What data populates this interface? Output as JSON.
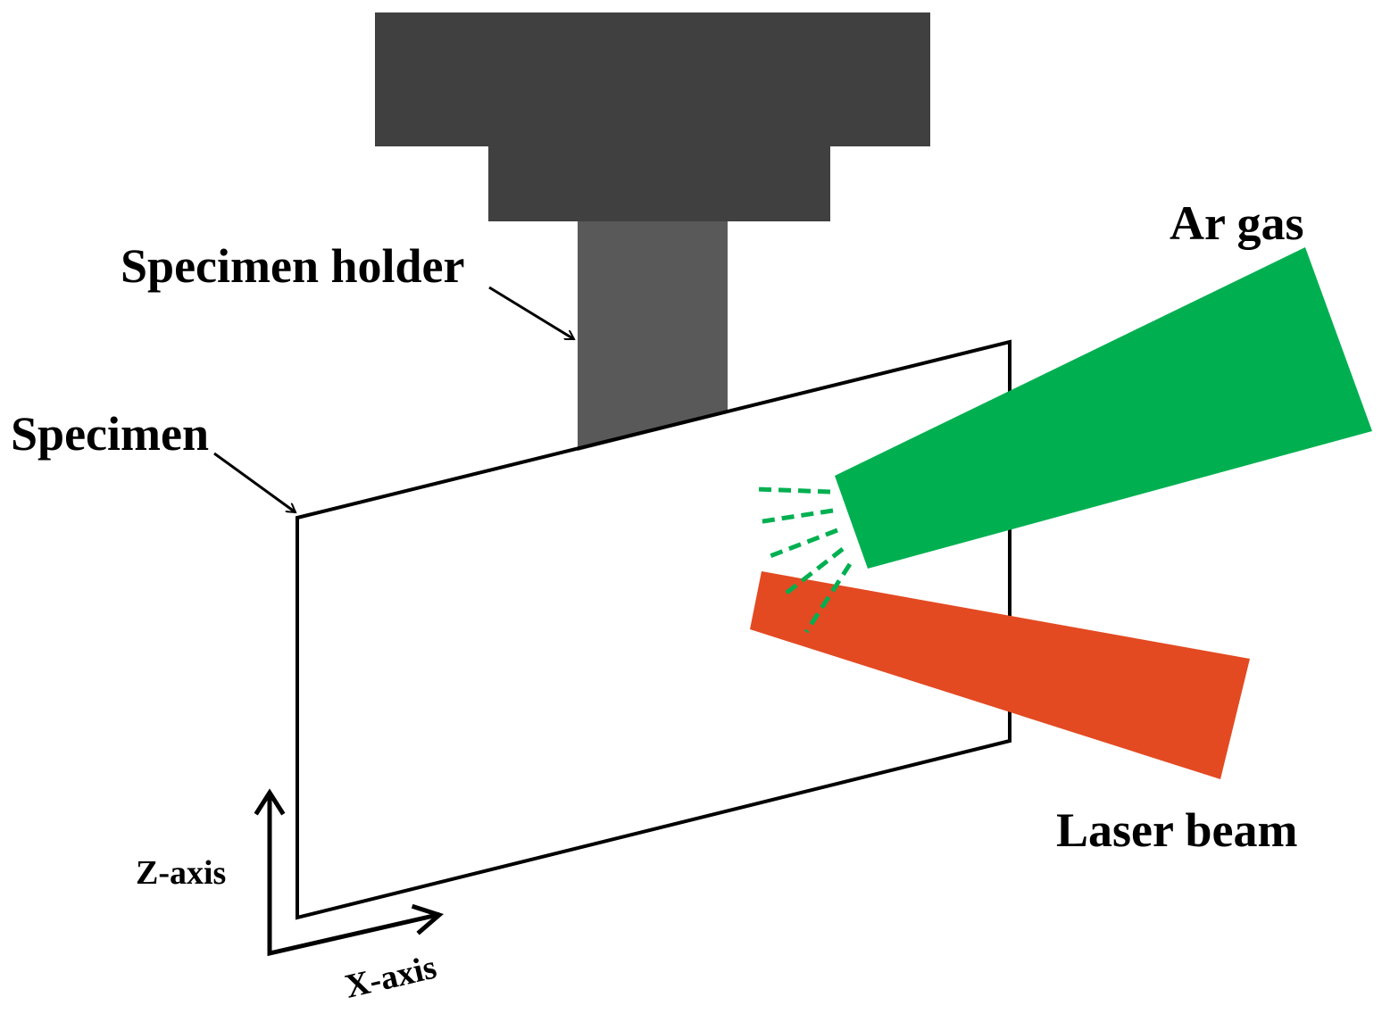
{
  "labels": {
    "specimen_holder": "Specimen holder",
    "specimen": "Specimen",
    "ar_gas": "Ar gas",
    "laser_beam": "Laser beam",
    "z_axis": "Z-axis",
    "x_axis": "X-axis"
  },
  "colors": {
    "holder_top": "#404040",
    "holder_shaft": "#595959",
    "ar_gas": "#00b050",
    "laser_beam": "#e34a22",
    "outline": "#000000"
  }
}
